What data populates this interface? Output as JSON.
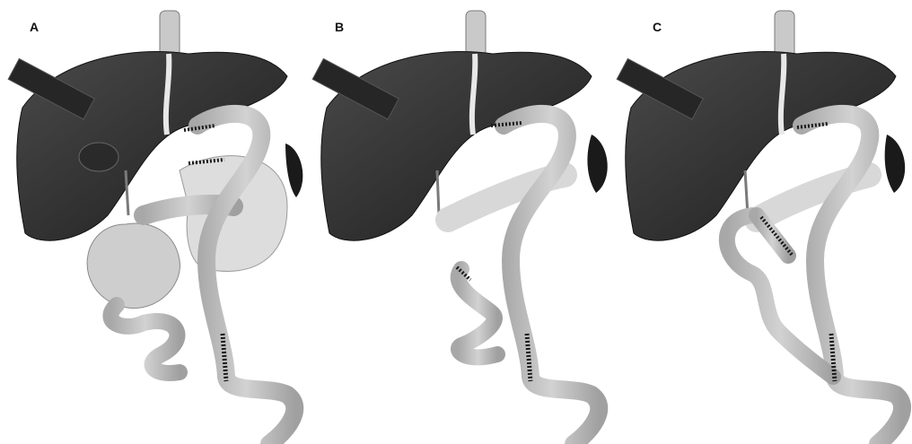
{
  "figure": {
    "panels": [
      {
        "label": "A"
      },
      {
        "label": "B"
      },
      {
        "label": "C"
      }
    ]
  },
  "colors": {
    "liver": "#3a3a3a",
    "liver_dark": "#1f1f1f",
    "vessel": "#cfcfcf",
    "bowel": "#bdbdbd",
    "bowel_edge": "#8f8f8f",
    "pancreas": "#d6d6d6",
    "stomach": "#c8c8c8",
    "spleen": "#1a1a1a",
    "sutures": "#1a1a1a"
  }
}
